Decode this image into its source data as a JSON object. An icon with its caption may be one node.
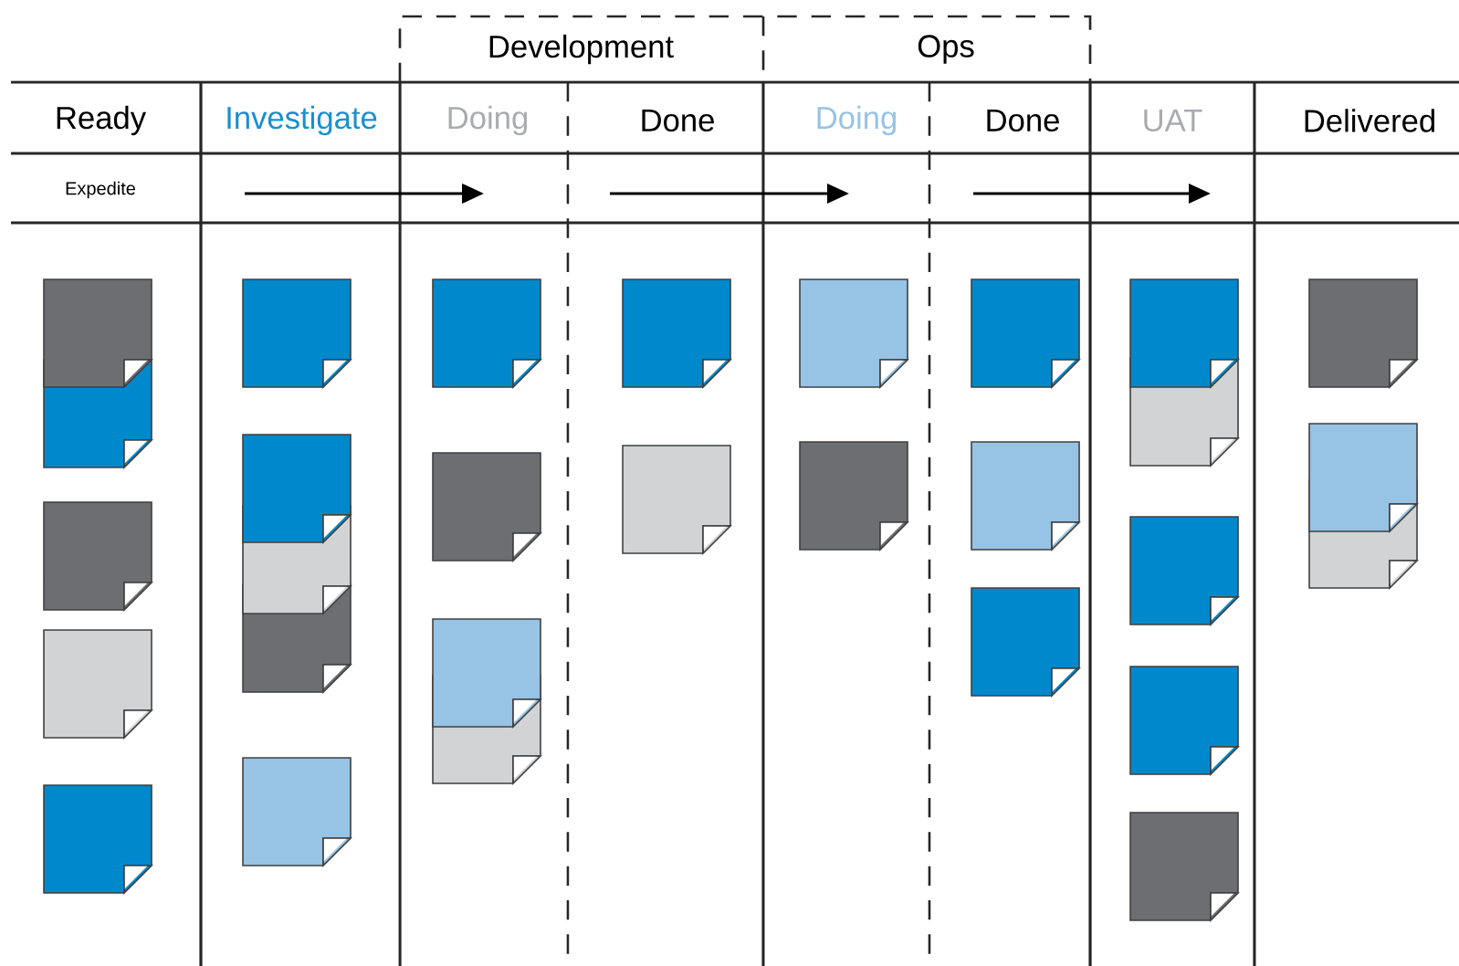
{
  "diagram": {
    "labels": [
      "Development",
      "Ops",
      "Ready",
      "Investigate",
      "Doing",
      "Done",
      "Doing",
      "Done",
      "UAT",
      "Delivered",
      "Expedite"
    ]
  }
}
